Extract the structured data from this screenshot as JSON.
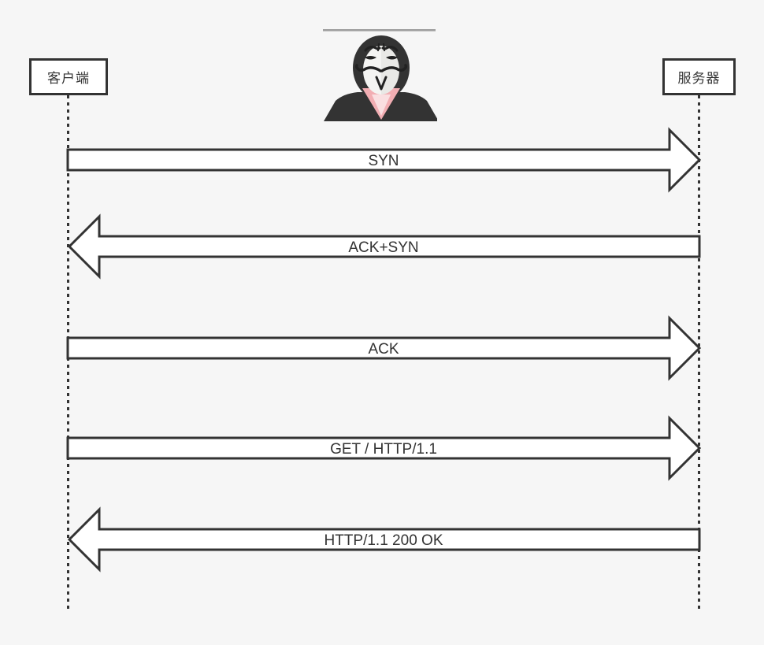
{
  "page": {
    "background_color": "#f6f6f6"
  },
  "diagram": {
    "type": "sequence-diagram",
    "stroke_color": "#333333",
    "arrow_fill_color": "#ffffff",
    "topline_color": "#9e9e9e",
    "actors": [
      {
        "id": "client",
        "label": "客户端"
      },
      {
        "id": "server",
        "label": "服务器"
      }
    ],
    "attacker": {
      "icon": "anonymous-hacker-mask-icon",
      "hood_color": "#333333",
      "mask_color": "#f4f4f2",
      "mask_shade_color": "#e9e9e6",
      "scarf_color": "#f2aeb3",
      "scarf_highlight_color": "#fadfe1"
    },
    "messages": [
      {
        "label": "SYN",
        "from": "client",
        "to": "server",
        "direction": "right"
      },
      {
        "label": "ACK+SYN",
        "from": "server",
        "to": "client",
        "direction": "left"
      },
      {
        "label": "ACK",
        "from": "client",
        "to": "server",
        "direction": "right"
      },
      {
        "label": "GET / HTTP/1.1",
        "from": "client",
        "to": "server",
        "direction": "right"
      },
      {
        "label": "HTTP/1.1 200 OK",
        "from": "server",
        "to": "client",
        "direction": "left"
      }
    ]
  }
}
